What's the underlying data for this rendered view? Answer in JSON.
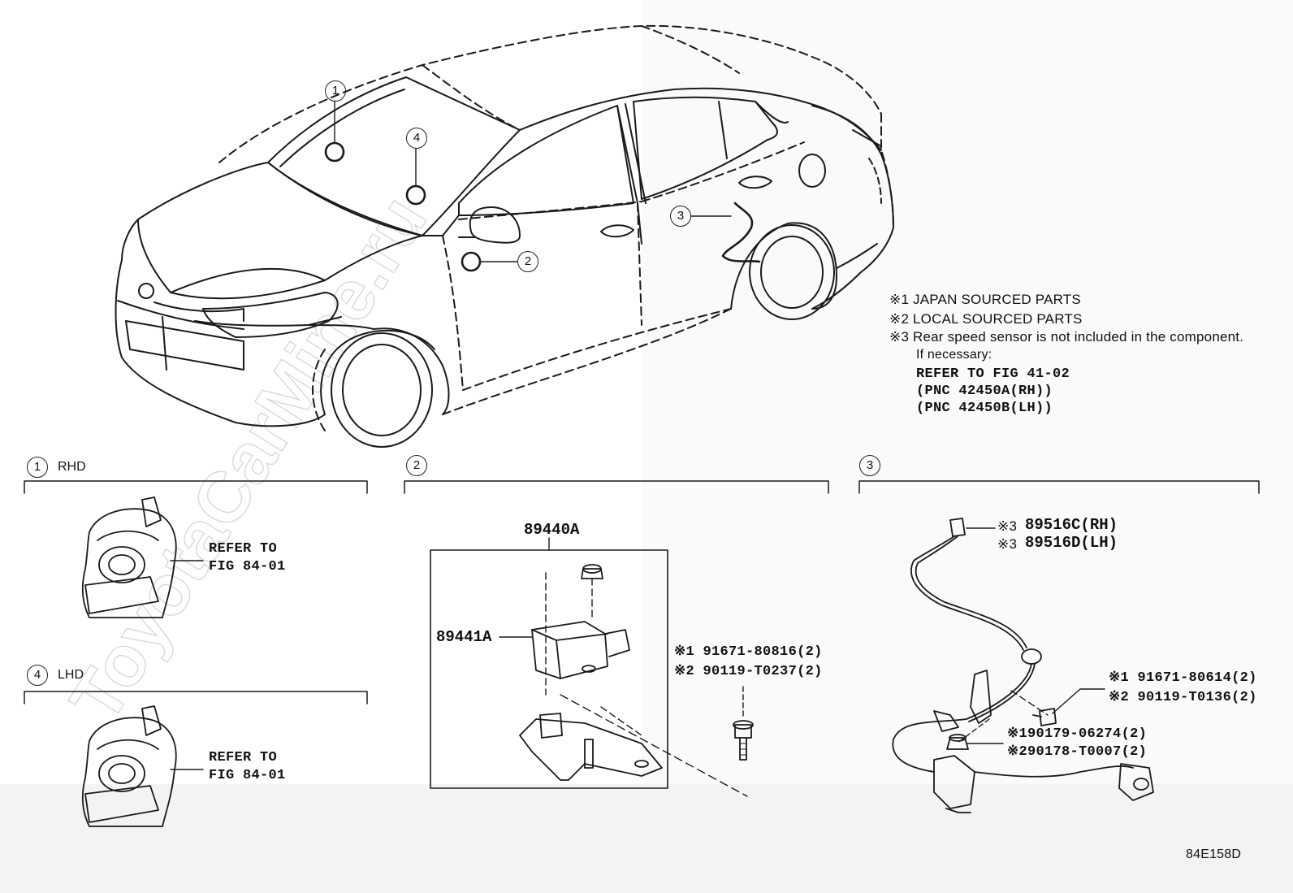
{
  "callouts": {
    "c1": "1",
    "c2": "2",
    "c3": "3",
    "c4": "4"
  },
  "notes": {
    "n1": "※1 JAPAN SOURCED PARTS",
    "n2": "※2 LOCAL SOURCED PARTS",
    "n3": "※3 Rear speed sensor is not included in the component.",
    "n4": "If necessary:",
    "n5": "REFER TO FIG 41-02",
    "n6": "(PNC 42450A(RH))",
    "n7": "(PNC 42450B(LH))"
  },
  "panel1": {
    "number": "1",
    "label": "RHD",
    "refer_line1": "REFER TO",
    "refer_line2": "FIG 84-01"
  },
  "panel4": {
    "number": "4",
    "label": "LHD",
    "refer_line1": "REFER TO",
    "refer_line2": "FIG 84-01"
  },
  "panel2": {
    "number": "2",
    "assembly": "89440A",
    "sensor": "89441A",
    "bolt_line1": "※1 91671-80816(2)",
    "bolt_line2": "※2 90119-T0237(2)"
  },
  "panel3": {
    "number": "3",
    "sensor_rh": "89516C(RH)",
    "sensor_lh": "89516D(LH)",
    "mark": "※3",
    "bolt_line1": "※1 91671-80614(2)",
    "bolt_line2": "※2 90119-T0136(2)",
    "clip_line1": "※190179-06274(2)",
    "clip_line2": "※290178-T0007(2)"
  },
  "watermark": "ToyotaCarMine.ru",
  "figure_code": "84E158D"
}
